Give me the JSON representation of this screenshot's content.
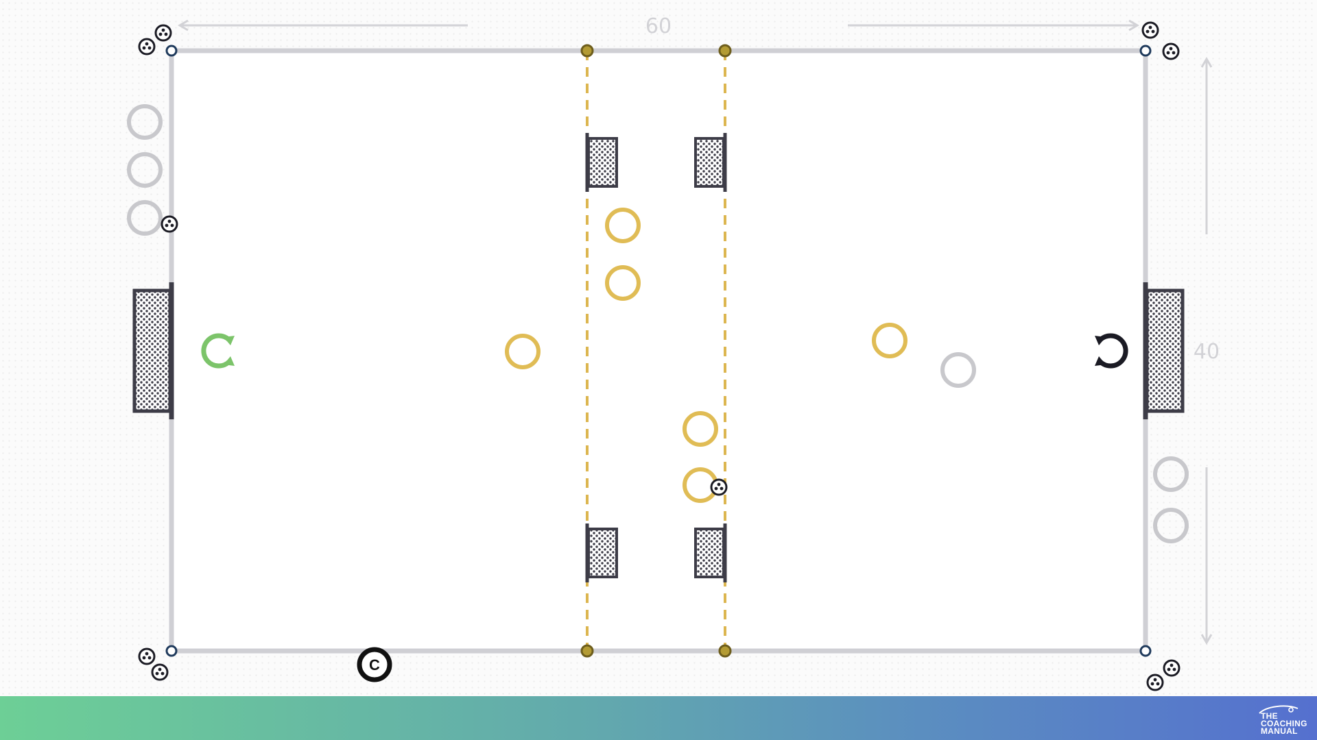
{
  "dimensions": {
    "length_label": "60",
    "width_label": "40"
  },
  "coach": {
    "label": "C"
  },
  "colors": {
    "pitch_line": "#cfcfd4",
    "zone_line": "#dcb650",
    "team_yellow": "#e0bc55",
    "team_grey": "#c8c8cc",
    "goalkeeper_green": "#7cc46a",
    "goalkeeper_black": "#1b1b24",
    "goal_frame": "#3d3c47",
    "footer_gradient_start": "#6dcf96",
    "footer_gradient_end": "#5570cf"
  },
  "branding": {
    "logo_lines": [
      "THE",
      "COACHING",
      "MANUAL"
    ]
  },
  "icons": {
    "ball": "soccer-ball-icon",
    "cone": "cone-marker-icon",
    "goal": "goal-net-icon",
    "player": "player-ring-icon",
    "goalkeeper": "goalkeeper-arc-icon",
    "coach": "coach-icon",
    "arrow": "dimension-arrow-icon"
  }
}
